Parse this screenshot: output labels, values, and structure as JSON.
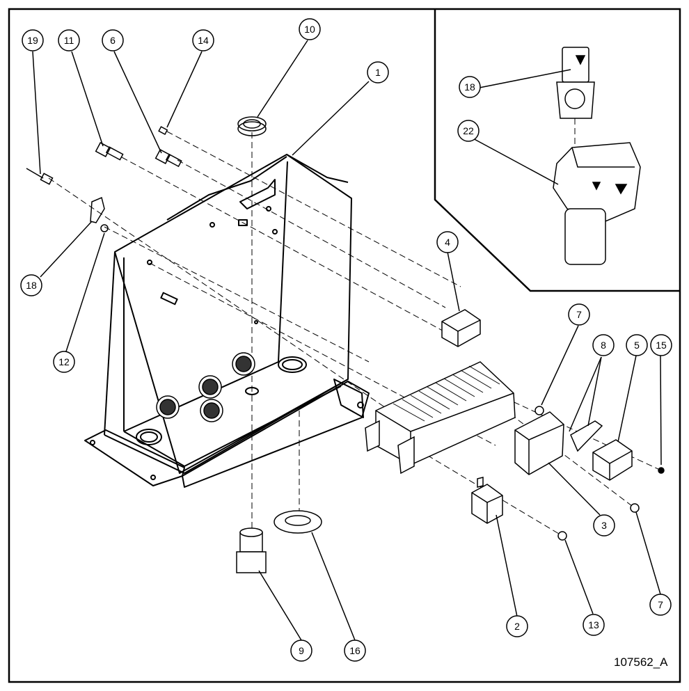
{
  "drawing_id": "107562_A",
  "callouts": [
    {
      "id": "c19",
      "label": "19"
    },
    {
      "id": "c11",
      "label": "11"
    },
    {
      "id": "c6",
      "label": "6"
    },
    {
      "id": "c14",
      "label": "14"
    },
    {
      "id": "c10",
      "label": "10"
    },
    {
      "id": "c1",
      "label": "1"
    },
    {
      "id": "c18a",
      "label": "18"
    },
    {
      "id": "c12",
      "label": "12"
    },
    {
      "id": "c4",
      "label": "4"
    },
    {
      "id": "c7a",
      "label": "7"
    },
    {
      "id": "c8",
      "label": "8"
    },
    {
      "id": "c5",
      "label": "5"
    },
    {
      "id": "c15",
      "label": "15"
    },
    {
      "id": "c3",
      "label": "3"
    },
    {
      "id": "c2",
      "label": "2"
    },
    {
      "id": "c13",
      "label": "13"
    },
    {
      "id": "c7b",
      "label": "7"
    },
    {
      "id": "c9",
      "label": "9"
    },
    {
      "id": "c16",
      "label": "16"
    },
    {
      "id": "c18b",
      "label": "18"
    },
    {
      "id": "c22",
      "label": "22"
    }
  ]
}
